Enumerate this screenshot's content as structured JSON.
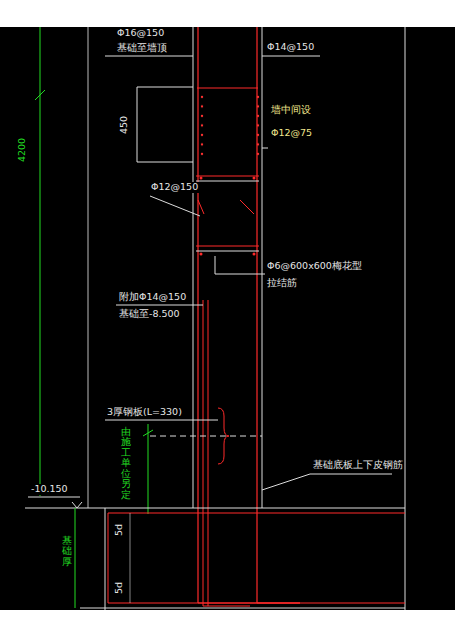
{
  "diagram": {
    "labels": [
      "Φ16@150",
      "基础至墙顶",
      "Φ14@150",
      "450",
      "墙中间设",
      "Φ12@75",
      "4200",
      "Φ12@150",
      "Φ6@600x600梅花型",
      "拉结筋",
      "附加Φ14@150",
      "基础至-8.500",
      "3厚钢板(L=330)",
      "由施工单位另定",
      "基础底板上下皮钢筋",
      "-10.150",
      "基础厚",
      "5d",
      "5d"
    ]
  }
}
